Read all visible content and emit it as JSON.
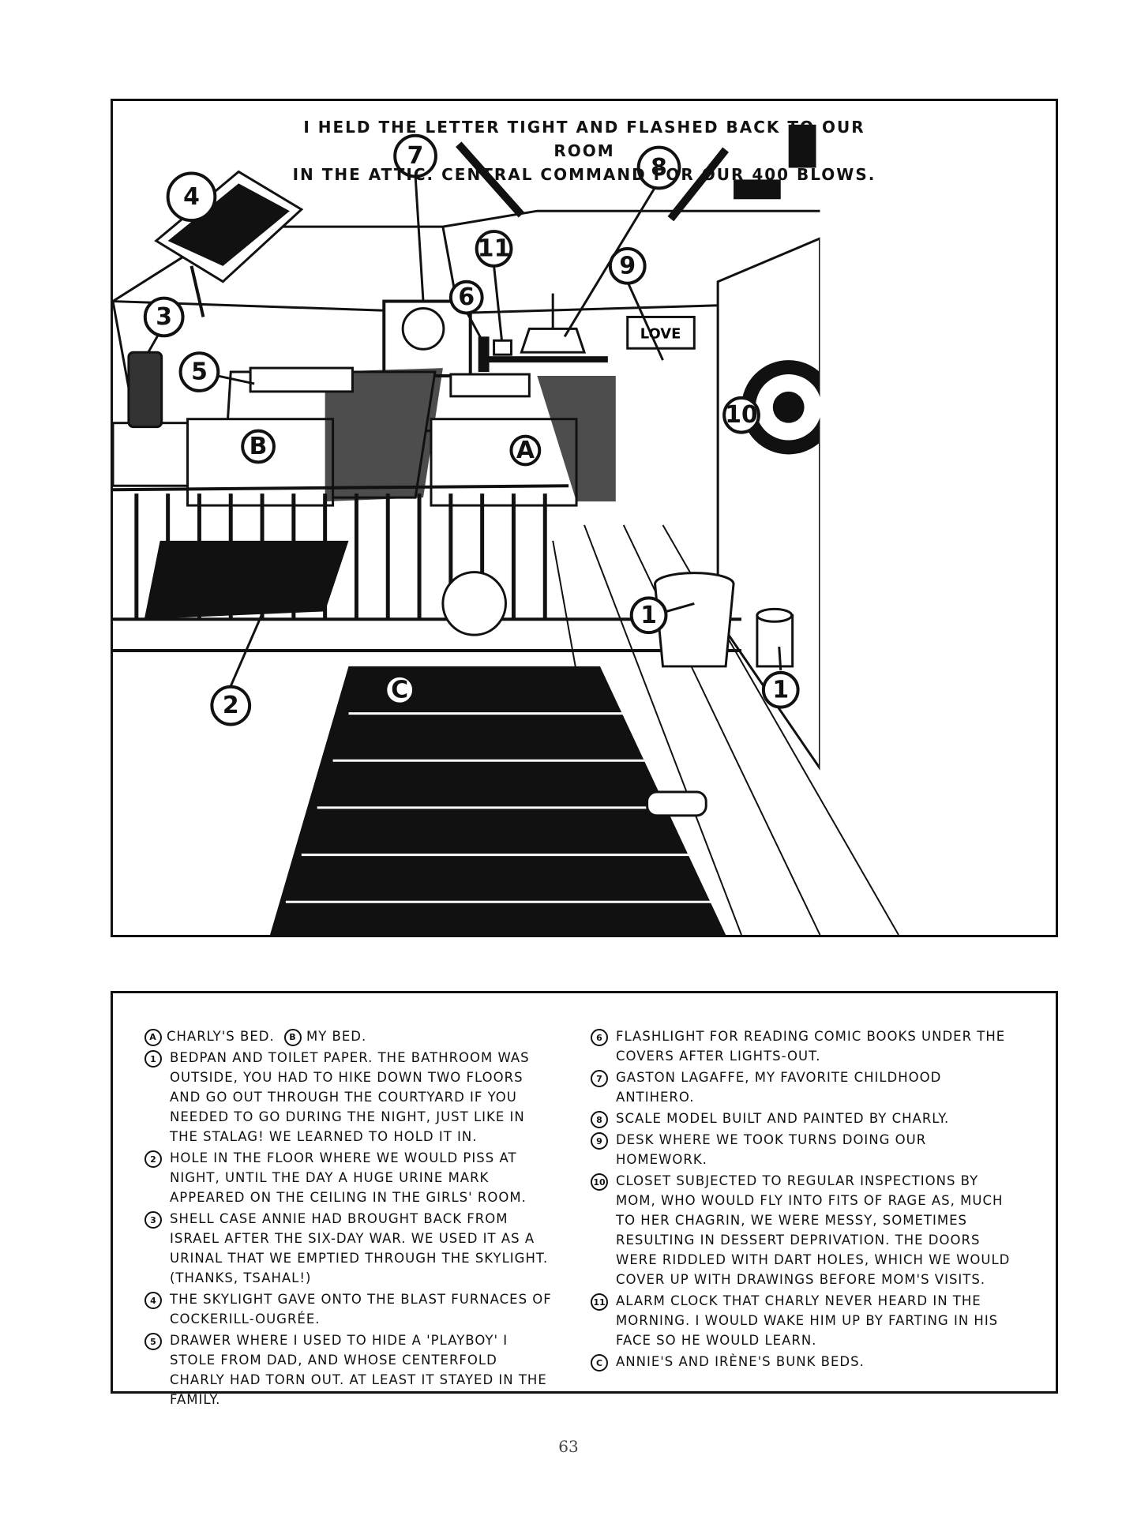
{
  "caption": {
    "line1": "I HELD THE LETTER TIGHT AND FLASHED BACK TO OUR ROOM",
    "line2": "IN THE ATTIC. CENTRAL COMMAND FOR OUR 400 BLOWS."
  },
  "callouts": [
    "4",
    "3",
    "5",
    "7",
    "11",
    "6",
    "8",
    "9",
    "10",
    "1",
    "1",
    "2",
    "B",
    "A",
    "C"
  ],
  "illustration_text": {
    "poster": "LOVE"
  },
  "legend": {
    "left": [
      {
        "badges": [
          "A",
          "B"
        ],
        "parts": [
          "CHARLY'S BED.",
          "MY BED."
        ]
      },
      {
        "badge": "1",
        "text": "BEDPAN AND TOILET PAPER. THE BATHROOM WAS OUTSIDE, YOU HAD TO HIKE DOWN TWO FLOORS AND GO OUT THROUGH THE COURTYARD IF YOU NEEDED TO GO DURING THE NIGHT, JUST LIKE IN THE STALAG! WE LEARNED TO HOLD IT IN."
      },
      {
        "badge": "2",
        "text": "HOLE IN THE FLOOR WHERE WE WOULD PISS AT NIGHT, UNTIL THE DAY A HUGE URINE MARK APPEARED ON THE CEILING IN THE GIRLS' ROOM."
      },
      {
        "badge": "3",
        "text": "SHELL CASE ANNIE HAD BROUGHT BACK FROM ISRAEL AFTER THE SIX-DAY WAR. WE USED IT AS A URINAL THAT WE EMPTIED THROUGH THE SKYLIGHT. (THANKS, TSAHAL!)"
      },
      {
        "badge": "4",
        "text": "THE SKYLIGHT GAVE ONTO THE BLAST FURNACES OF COCKERILL-OUGRÉE."
      },
      {
        "badge": "5",
        "text": "DRAWER WHERE I USED TO HIDE A 'PLAYBOY' I STOLE FROM DAD, AND WHOSE CENTERFOLD CHARLY HAD TORN OUT. AT LEAST IT STAYED IN THE FAMILY."
      }
    ],
    "right": [
      {
        "badge": "6",
        "text": "FLASHLIGHT FOR READING COMIC BOOKS UNDER THE COVERS AFTER LIGHTS-OUT."
      },
      {
        "badge": "7",
        "text": "GASTON LAGAFFE, MY FAVORITE CHILDHOOD ANTIHERO."
      },
      {
        "badge": "8",
        "text": "SCALE MODEL BUILT AND PAINTED BY CHARLY."
      },
      {
        "badge": "9",
        "text": "DESK WHERE WE TOOK TURNS DOING OUR HOMEWORK."
      },
      {
        "badge": "10",
        "text": "CLOSET SUBJECTED TO REGULAR INSPECTIONS BY MOM, WHO WOULD FLY INTO FITS OF RAGE AS, MUCH TO HER CHAGRIN, WE WERE MESSY, SOMETIMES RESULTING IN DESSERT DEPRIVATION. THE DOORS WERE RIDDLED WITH DART HOLES, WHICH WE WOULD COVER UP WITH DRAWINGS BEFORE MOM'S VISITS."
      },
      {
        "badge": "11",
        "text": "ALARM CLOCK THAT CHARLY NEVER HEARD IN THE MORNING. I WOULD WAKE HIM UP BY FARTING IN HIS FACE SO HE WOULD LEARN."
      },
      {
        "badge": "C",
        "text": "ANNIE'S AND IRÈNE'S BUNK BEDS."
      }
    ]
  },
  "page_number": "63"
}
